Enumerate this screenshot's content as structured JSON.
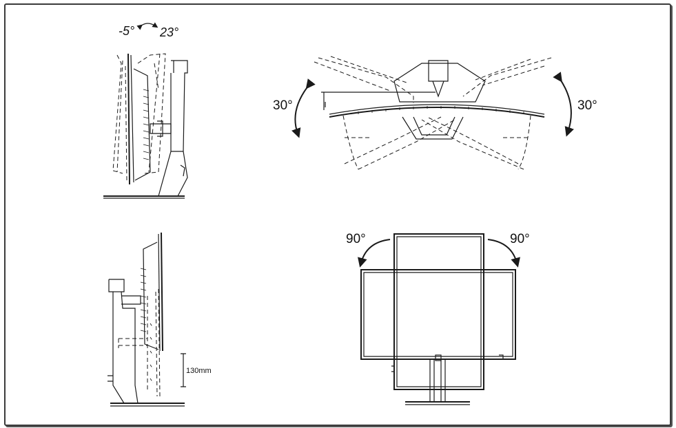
{
  "labels": {
    "tilt_min": "-5°",
    "tilt_max": "23°",
    "swivel_left": "30°",
    "swivel_right": "30°",
    "height_adjust": "130mm",
    "pivot_left": "90°",
    "pivot_right": "90°"
  },
  "colors": {
    "line": "#1a1a1a",
    "frame_border": "#3a3a3a",
    "background": "#ffffff"
  }
}
